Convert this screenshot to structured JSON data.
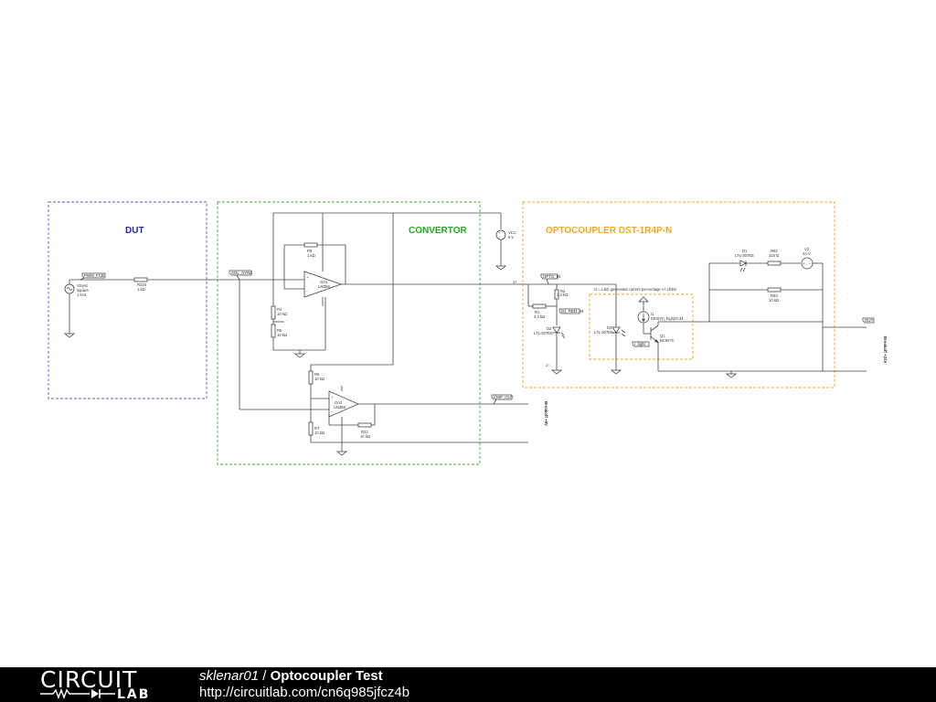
{
  "boxes": {
    "dut": "DUT",
    "convertor": "CONVERTOR",
    "optocoupler": "OPTOCOUPLER DST-1R4P-N",
    "colors": {
      "dut": "#2222cc",
      "convertor": "#22aa22",
      "optocoupler": "#f5a623"
    }
  },
  "components": {
    "vsync": {
      "name": "VSync",
      "type": "square",
      "freq": "1 kHz"
    },
    "r224": {
      "name": "R224",
      "value": "1 kΩ"
    },
    "r9": {
      "name": "R9",
      "value": "1 kΩ"
    },
    "oa1": {
      "name": "OA1",
      "part": "LM358"
    },
    "oa2": {
      "name": "OA2",
      "part": "LM358"
    },
    "r4": {
      "name": "R4",
      "value": "10 kΩ"
    },
    "r5": {
      "name": "R5",
      "value": "10 kΩ"
    },
    "r6": {
      "name": "R6",
      "value": "10 kΩ"
    },
    "r7": {
      "name": "R7",
      "value": "10 kΩ"
    },
    "r22": {
      "name": "R22",
      "value": "10 kΩ"
    },
    "vcc": {
      "name": "VCC",
      "value": "5 V"
    },
    "r1": {
      "name": "R1",
      "value": "3.3 kΩ"
    },
    "r2": {
      "name": "R2",
      "value": "3.3 kΩ"
    },
    "d2": {
      "name": "D2",
      "part": "LTL-307EE"
    },
    "d4": {
      "name": "D4",
      "part": "LTL-307EE"
    },
    "d1": {
      "name": "D1",
      "part": "LTL-307EE"
    },
    "r62": {
      "name": "R62",
      "value": "316 Ω"
    },
    "r63": {
      "name": "R63",
      "value": "10 kΩ"
    },
    "v2": {
      "name": "V2",
      "value": "24 V"
    },
    "i1": {
      "name": "I1",
      "value": "KE0(V(I_high)/0.34"
    },
    "q1": {
      "name": "Q1",
      "part": "BC847C"
    }
  },
  "tags": {
    "pwm_fcb": "PWM_FCB",
    "sol_sync": "SOL_SYNC",
    "opto_in": "OPTO_IN",
    "d1_red_in": "D1_RED_IN",
    "i_light": "I_light",
    "cmp_out": "CMP_OUT",
    "out": "OUT"
  },
  "annotations": {
    "led_formula": "I1 = LED generated current percentage x I LEDs",
    "plus": "1+",
    "minus": "1-",
    "breakoff_5v": "Breakoff +5V",
    "breakoff_24v": "Breakoff +24V"
  },
  "footer": {
    "logo_top": "CIRCUIT",
    "logo_bottom": "LAB",
    "user": "sklenar01",
    "separator": "/",
    "title": "Optocoupler Test",
    "url": "http://circuitlab.com/cn6q985jfcz4b"
  }
}
